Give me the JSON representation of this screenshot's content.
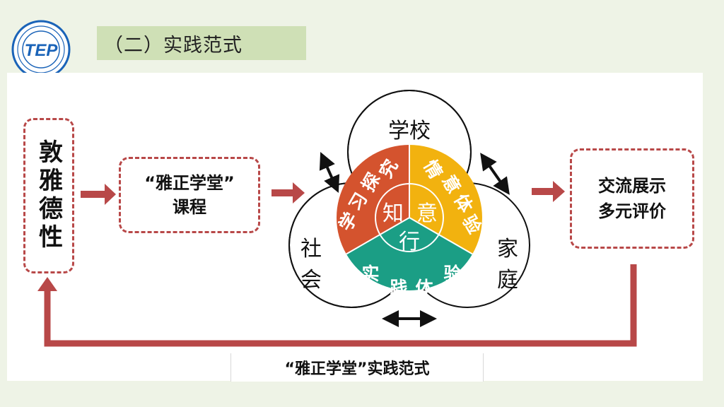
{
  "slide": {
    "title": "（二）实践范式",
    "logo_text": "TEP"
  },
  "diagram": {
    "left_box": "敦雅德性",
    "course_box": {
      "line1": "“雅正学堂”",
      "line2": "课程"
    },
    "eval_box": {
      "line1": "交流展示",
      "line2": "多元评价"
    },
    "rings": {
      "school": "学校",
      "society": [
        "社",
        "会"
      ],
      "family": [
        "家",
        "庭"
      ]
    },
    "petals": {
      "learning": [
        "学",
        "习",
        "探",
        "究"
      ],
      "emotion": [
        "情",
        "意",
        "体",
        "验"
      ],
      "practice": [
        "实",
        "践",
        "体",
        "验"
      ]
    },
    "center": {
      "zhi": "知",
      "yi": "意",
      "xing": "行"
    },
    "caption": "“雅正学堂”实践范式"
  },
  "colors": {
    "learning": "#d4532e",
    "emotion": "#f2b20f",
    "practice": "#1b9e85",
    "arrow": "#b84848",
    "background": "#eef3e6",
    "title_band": "#cfe0b6"
  }
}
